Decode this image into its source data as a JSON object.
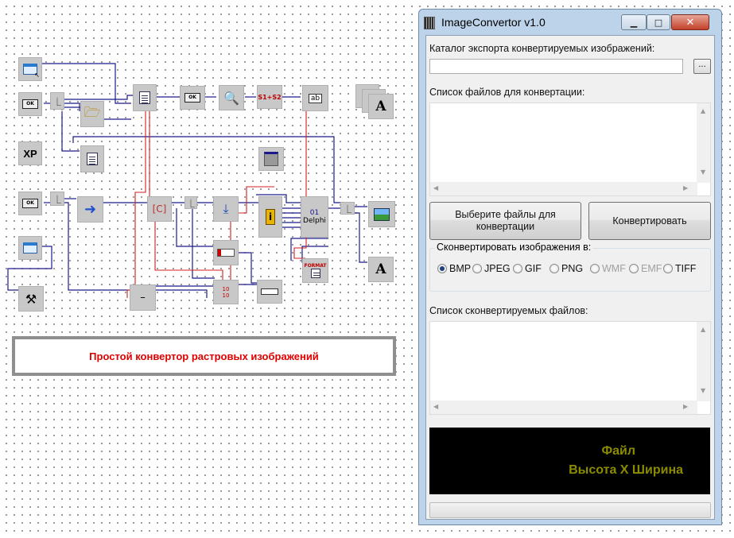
{
  "schematic": {
    "note": "Простой конвертор растровых изображений",
    "component_labels": {
      "ok": "OK",
      "xp": "XP",
      "delphi": "Delphi",
      "format": "FORMAT",
      "s1s2": "S1+S2",
      "letter": "A",
      "counter_top": "10",
      "counter_bottom": "10",
      "edit": "ab"
    },
    "colors": {
      "wire_blue": "#1a1a8c",
      "wire_red": "#d02020",
      "pin": "#1a7f7f"
    }
  },
  "window": {
    "title": "ImageConvertor v1.0",
    "controls": {
      "minimize": "▁",
      "maximize": "□",
      "close": "✕"
    },
    "export_label": "Каталог экспорта конвертируемых изображений:",
    "export_path": "",
    "browse_label": "...",
    "files_label": "Список файлов для конвертации:",
    "files": [],
    "select_button": "Выберите файлы для конвертации",
    "convert_button": "Конвертировать",
    "format_group": "Сконвертировать изображения в:",
    "formats": [
      {
        "label": "BMP",
        "state": "checked"
      },
      {
        "label": "JPEG",
        "state": "normal"
      },
      {
        "label": "GIF",
        "state": "normal"
      },
      {
        "label": "PNG",
        "state": "normal"
      },
      {
        "label": "WMF",
        "state": "disabled"
      },
      {
        "label": "EMF",
        "state": "disabled"
      },
      {
        "label": "TIFF",
        "state": "normal"
      }
    ],
    "converted_label": "Список сконвертируемых файлов:",
    "converted": [],
    "info_line1": "Файл",
    "info_line2": "Высота Х Ширина",
    "progress": 0
  }
}
